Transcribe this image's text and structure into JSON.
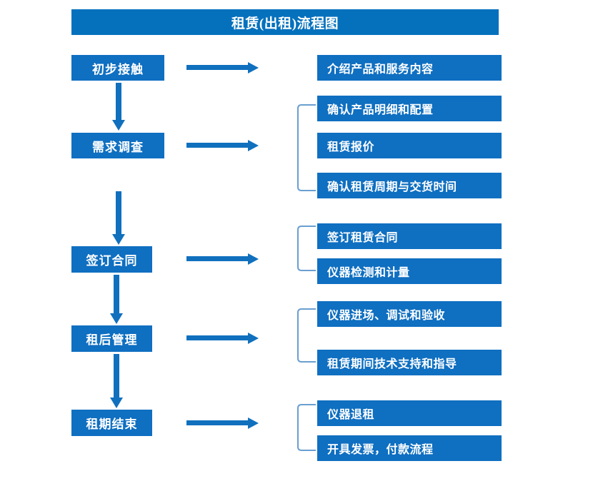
{
  "title": "租赁(出租)流程图",
  "colors": {
    "title_bar": "#0571bd",
    "box_fill": "#0f6fc1",
    "box_text": "#ffffff",
    "arrow": "#1070be",
    "bracket": "#6a9fd0",
    "background": "#ffffff"
  },
  "stages": [
    {
      "label": "初步接触"
    },
    {
      "label": "需求调查"
    },
    {
      "label": "签订合同"
    },
    {
      "label": "租后管理"
    },
    {
      "label": "租期结束"
    }
  ],
  "detail_groups": [
    {
      "stage": "初步接触",
      "items": [
        "介绍产品和服务内容"
      ]
    },
    {
      "stage": "需求调查",
      "items": [
        "确认产品明细和配置",
        "租赁报价",
        "确认租赁周期与交货时间"
      ]
    },
    {
      "stage": "签订合同",
      "items": [
        "签订租赁合同",
        "仪器检测和计量"
      ]
    },
    {
      "stage": "租后管理",
      "items": [
        "仪器进场、调试和验收",
        "租赁期间技术支持和指导"
      ]
    },
    {
      "stage": "租期结束",
      "items": [
        "仪器退租",
        "开具发票，付款流程"
      ]
    }
  ],
  "details": {
    "d0": "介绍产品和服务内容",
    "d1": "确认产品明细和配置",
    "d2": "租赁报价",
    "d3": "确认租赁周期与交货时间",
    "d4": "签订租赁合同",
    "d5": "仪器检测和计量",
    "d6": "仪器进场、调试和验收",
    "d7": "租赁期间技术支持和指导",
    "d8": "仪器退租",
    "d9": "开具发票，付款流程"
  }
}
